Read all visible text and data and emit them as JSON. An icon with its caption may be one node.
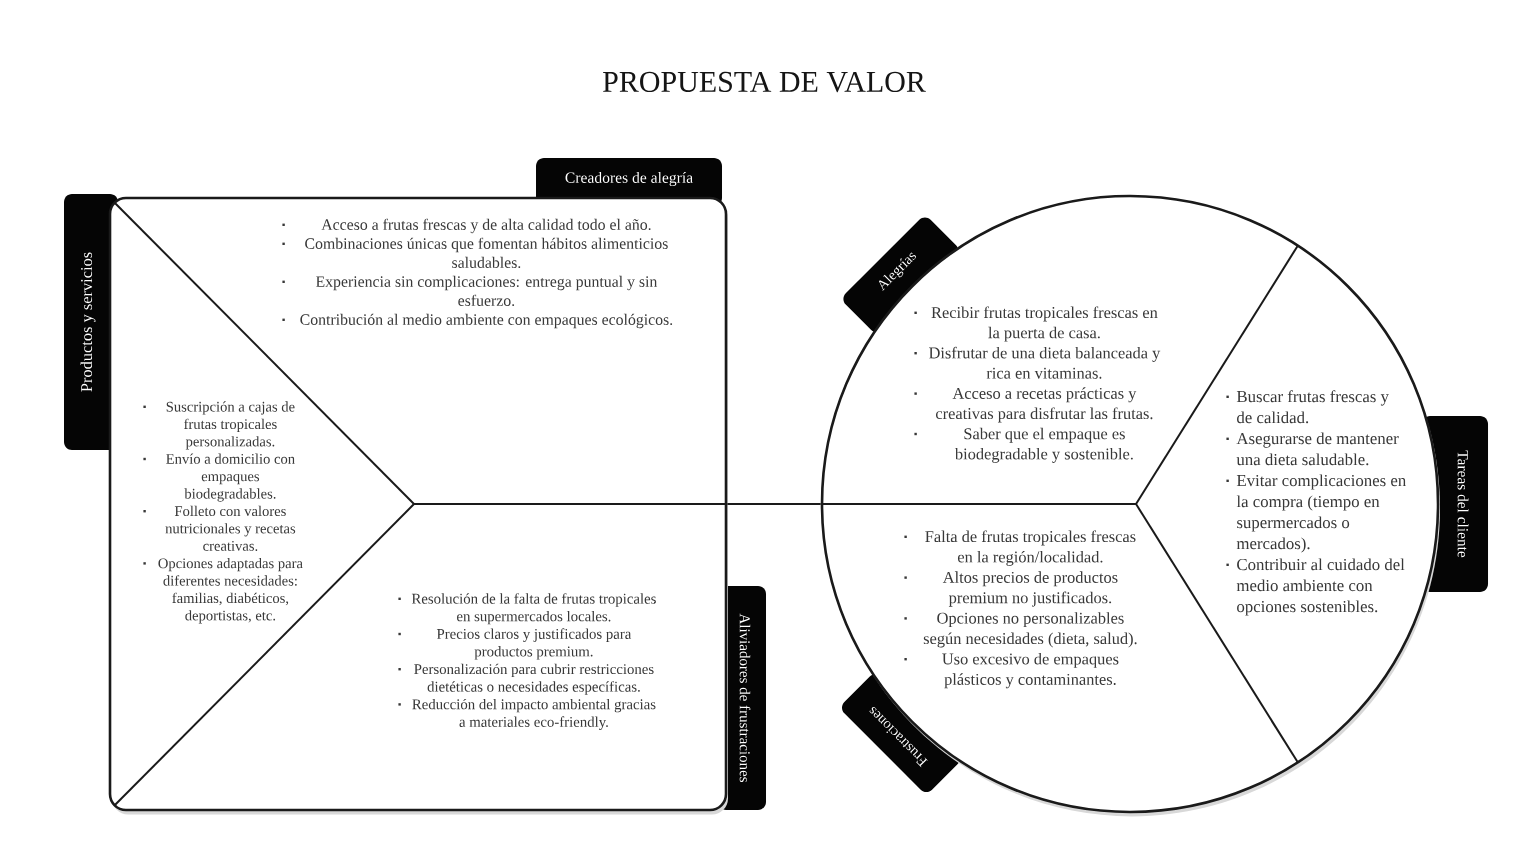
{
  "diagram": {
    "title": "PROPUESTA DE VALOR",
    "nodes": [
      {
        "text": [],
        "shape": "box"
      },
      {
        "text": [
          "Creadores de alegría"
        ]
      },
      {
        "text": [
          "Acceso a frutas frescas y de alta calidad todo el año.",
          "Combinaciones únicas que fomentan hábitos alimenticios saludables.",
          "Experiencia sin complicaciones: entrega puntual y sin esfuerzo.",
          "Contribución al medio ambiente con empaques ecológicos."
        ],
        "in": 0
      },
      {
        "text": [
          "Productos y servicios"
        ]
      },
      {
        "text": [
          "Suscripción a cajas de frutas tropicales personalizadas.",
          "Envío a domicilio con empaques biodegradables.",
          "Folleto con valores nutricionales y recetas creativas.",
          "Opciones adaptadas para diferentes necesidades: familias, diabéticos, deportistas, etc."
        ],
        "in": 0
      },
      {
        "text": [
          "Aliviadores de frustraciones"
        ]
      },
      {
        "text": [
          "Resolución de la falta de frutas tropicales en supermercados locales.",
          "Precios claros y justificados para productos premium.",
          "Personalización para cubrir restricciones dietéticas o necesidades específicas.",
          "Reducción del impacto ambiental gracias a materiales eco-friendly."
        ],
        "in": 0
      },
      {
        "text": [],
        "shape": "circle"
      },
      {
        "text": [
          "Alegrías"
        ]
      },
      {
        "text": [
          "Recibir frutas tropicales frescas en la puerta de casa.",
          "Disfrutar de una dieta balanceada y rica en vitaminas.",
          "Acceso a recetas prácticas y creativas para disfrutar las frutas.",
          "Saber que el empaque es biodegradable y sostenible."
        ],
        "in": 7
      },
      {
        "text": [
          "Tareas del cliente"
        ]
      },
      {
        "text": [
          "Buscar frutas frescas y de calidad.",
          "Asegurarse de mantener una dieta saludable.",
          "Evitar complicaciones en la compra (tiempo en supermercados o mercados).",
          "Contribuir al cuidado del medio ambiente con opciones sostenibles."
        ],
        "in": 7
      },
      {
        "text": [
          "Frustraciones"
        ]
      },
      {
        "text": [
          "Falta de frutas tropicales frescas en la región/localidad.",
          "Altos precios de productos premium no justificados.",
          "Opciones no personalizables según necesidades (dieta, salud).",
          "Uso excesivo de empaques plásticos y contaminantes."
        ],
        "in": 7
      }
    ],
    "edges": [
      {
        "from": 0,
        "to": 7,
        "arrow": "none"
      }
    ]
  }
}
